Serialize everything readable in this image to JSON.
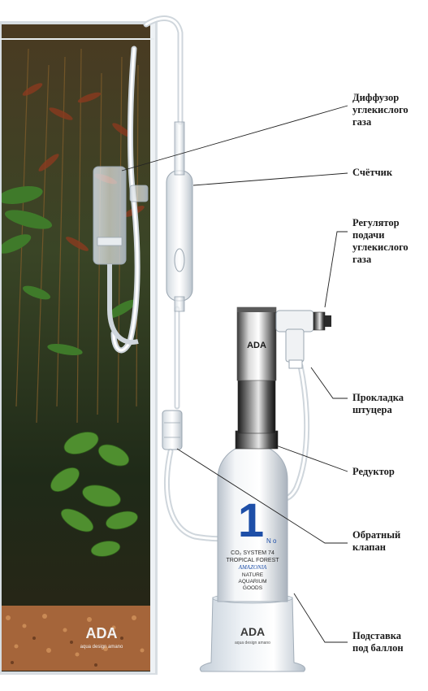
{
  "labels": {
    "diffuser": [
      "Диффузор",
      "углекислого",
      "газа"
    ],
    "counter": [
      "Счётчик"
    ],
    "regulator": [
      "Регулятор",
      "подачи",
      "углекислого",
      "газа"
    ],
    "gasket": [
      "Прокладка",
      "штуцера"
    ],
    "reducer": [
      "Редуктор"
    ],
    "check_valve": [
      "Обратный",
      "клапан"
    ],
    "stand": [
      "Подставка",
      "под баллон"
    ]
  },
  "bottle": {
    "number": "1",
    "no": "N o",
    "text_line1": "CO₂ SYSTEM 74",
    "text_line2": "TROPICAL FOREST",
    "text_line3": "AMAZONIA",
    "text_line4": "NATURE",
    "text_line5": "AQUARIUM",
    "text_line6": "GOODS"
  },
  "head_brand": "ADA",
  "stand_brand": "ADA",
  "stand_sub": "aqua design amano",
  "tank_brand": "ADA",
  "tank_sub": "aqua design amano",
  "colors": {
    "accent_blue": "#1e4fa8",
    "line": "#222222",
    "tank_dark": "#24301c",
    "plant_green": "#3f7a2a",
    "gravel": "#a5653a"
  }
}
